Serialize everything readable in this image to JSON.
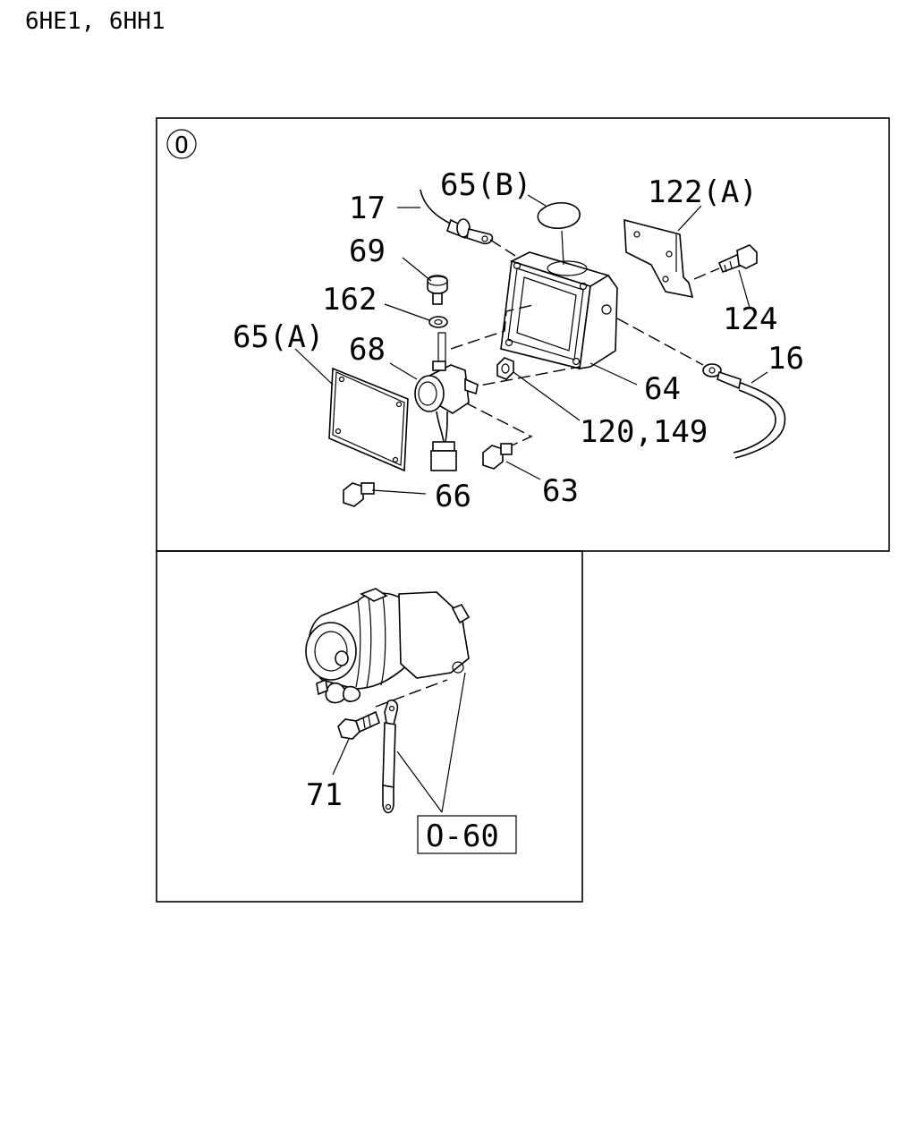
{
  "header": {
    "model": "6HE1, 6HH1"
  },
  "panel_top": {
    "marker": "O",
    "labels": {
      "p17": "17",
      "p65b": "65(B)",
      "p122a": "122(A)",
      "p69": "69",
      "p162": "162",
      "p124": "124",
      "p65a": "65(A)",
      "p68": "68",
      "p16": "16",
      "p64": "64",
      "p120_149": "120,149",
      "p63": "63",
      "p66": "66"
    }
  },
  "panel_bottom": {
    "labels": {
      "p71": "71",
      "ref": "O-60"
    }
  }
}
